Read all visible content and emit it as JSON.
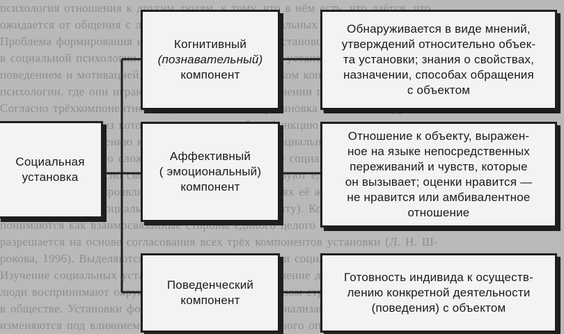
{
  "background_text": [
    "психология отношения к другим людям, к тому, что в нём есть, что даётся, что",
    "ожидается от общения с людьми на основе их социальных установок и отношений.",
    "Проблема формирования и изменения социальных установок личности изучается",
    "в социальной психологии. Все понятия, связанные с установками, её структурой,",
    "поведением и мотивацией, рассматриваются в широком контексте социальной",
    "психологии, где они играют ключевую роль в объяснении поведения человека.",
    "Согласно трёхкомпонентной модели, социальная установка включает следующие",
    "элементы, каждый из которых выполняет особую функцию в регуляции поведения",
    "индивида по отношению к объекту установки и к социальной среде в целом, и это",
    "позволяет говорить о сложной внутренней структуре социальной установки.",
    "Эти компоненты тесно связаны между собой и образуют единую систему отношений",
    "личности, которая проявляется в различных ситуациях её жизнедеятельности.",
    "Рис. 2. Структура социальной установки (по М. Смиту). Компоненты установки",
    "понимаются как взаимосвязанные стороны единого целого отношения личности",
    "разрешается на основе согласования всех трёх компонентов установки (Л. Н. Ш-",
    "рокова, 1996). Выделяются также различные функции социальной установки.",
    "Изучение социальных установок имеет большое значение для понимания того, как",
    "люди воспринимают окружающий мир и каким образом строят своё поведение",
    "в обществе. Установки формируются в процессе социализации личности и",
    "изменяются под влиянием новой информации и личного опыта человека"
  ],
  "diagram": {
    "root": {
      "lines": [
        "Социальная",
        "установка"
      ]
    },
    "components": [
      {
        "name_lines": [
          "Когнитивный",
          "(познавательный)",
          "компонент"
        ],
        "desc_lines": [
          "Обнаруживается в виде мнений,",
          "утверждений относительно объек-",
          "та установки; знания о свойствах,",
          "назначении, способах обращения",
          "с объектом"
        ]
      },
      {
        "name_lines": [
          "Аффективный",
          "( эмоциональный)",
          "компонент"
        ],
        "desc_lines": [
          "Отношение к объекту, выражен-",
          "ное на языке непосредственных",
          "переживаний и чувств, которые",
          "он вызывает; оценки нравится —",
          "не нравится или амбивалентное",
          "отношение"
        ]
      },
      {
        "name_lines": [
          "Поведенческий",
          "компонент"
        ],
        "desc_lines": [
          "Готовность индивида к осуществ-",
          "лению конкретной деятельности",
          "(поведения) с объектом"
        ]
      }
    ]
  }
}
